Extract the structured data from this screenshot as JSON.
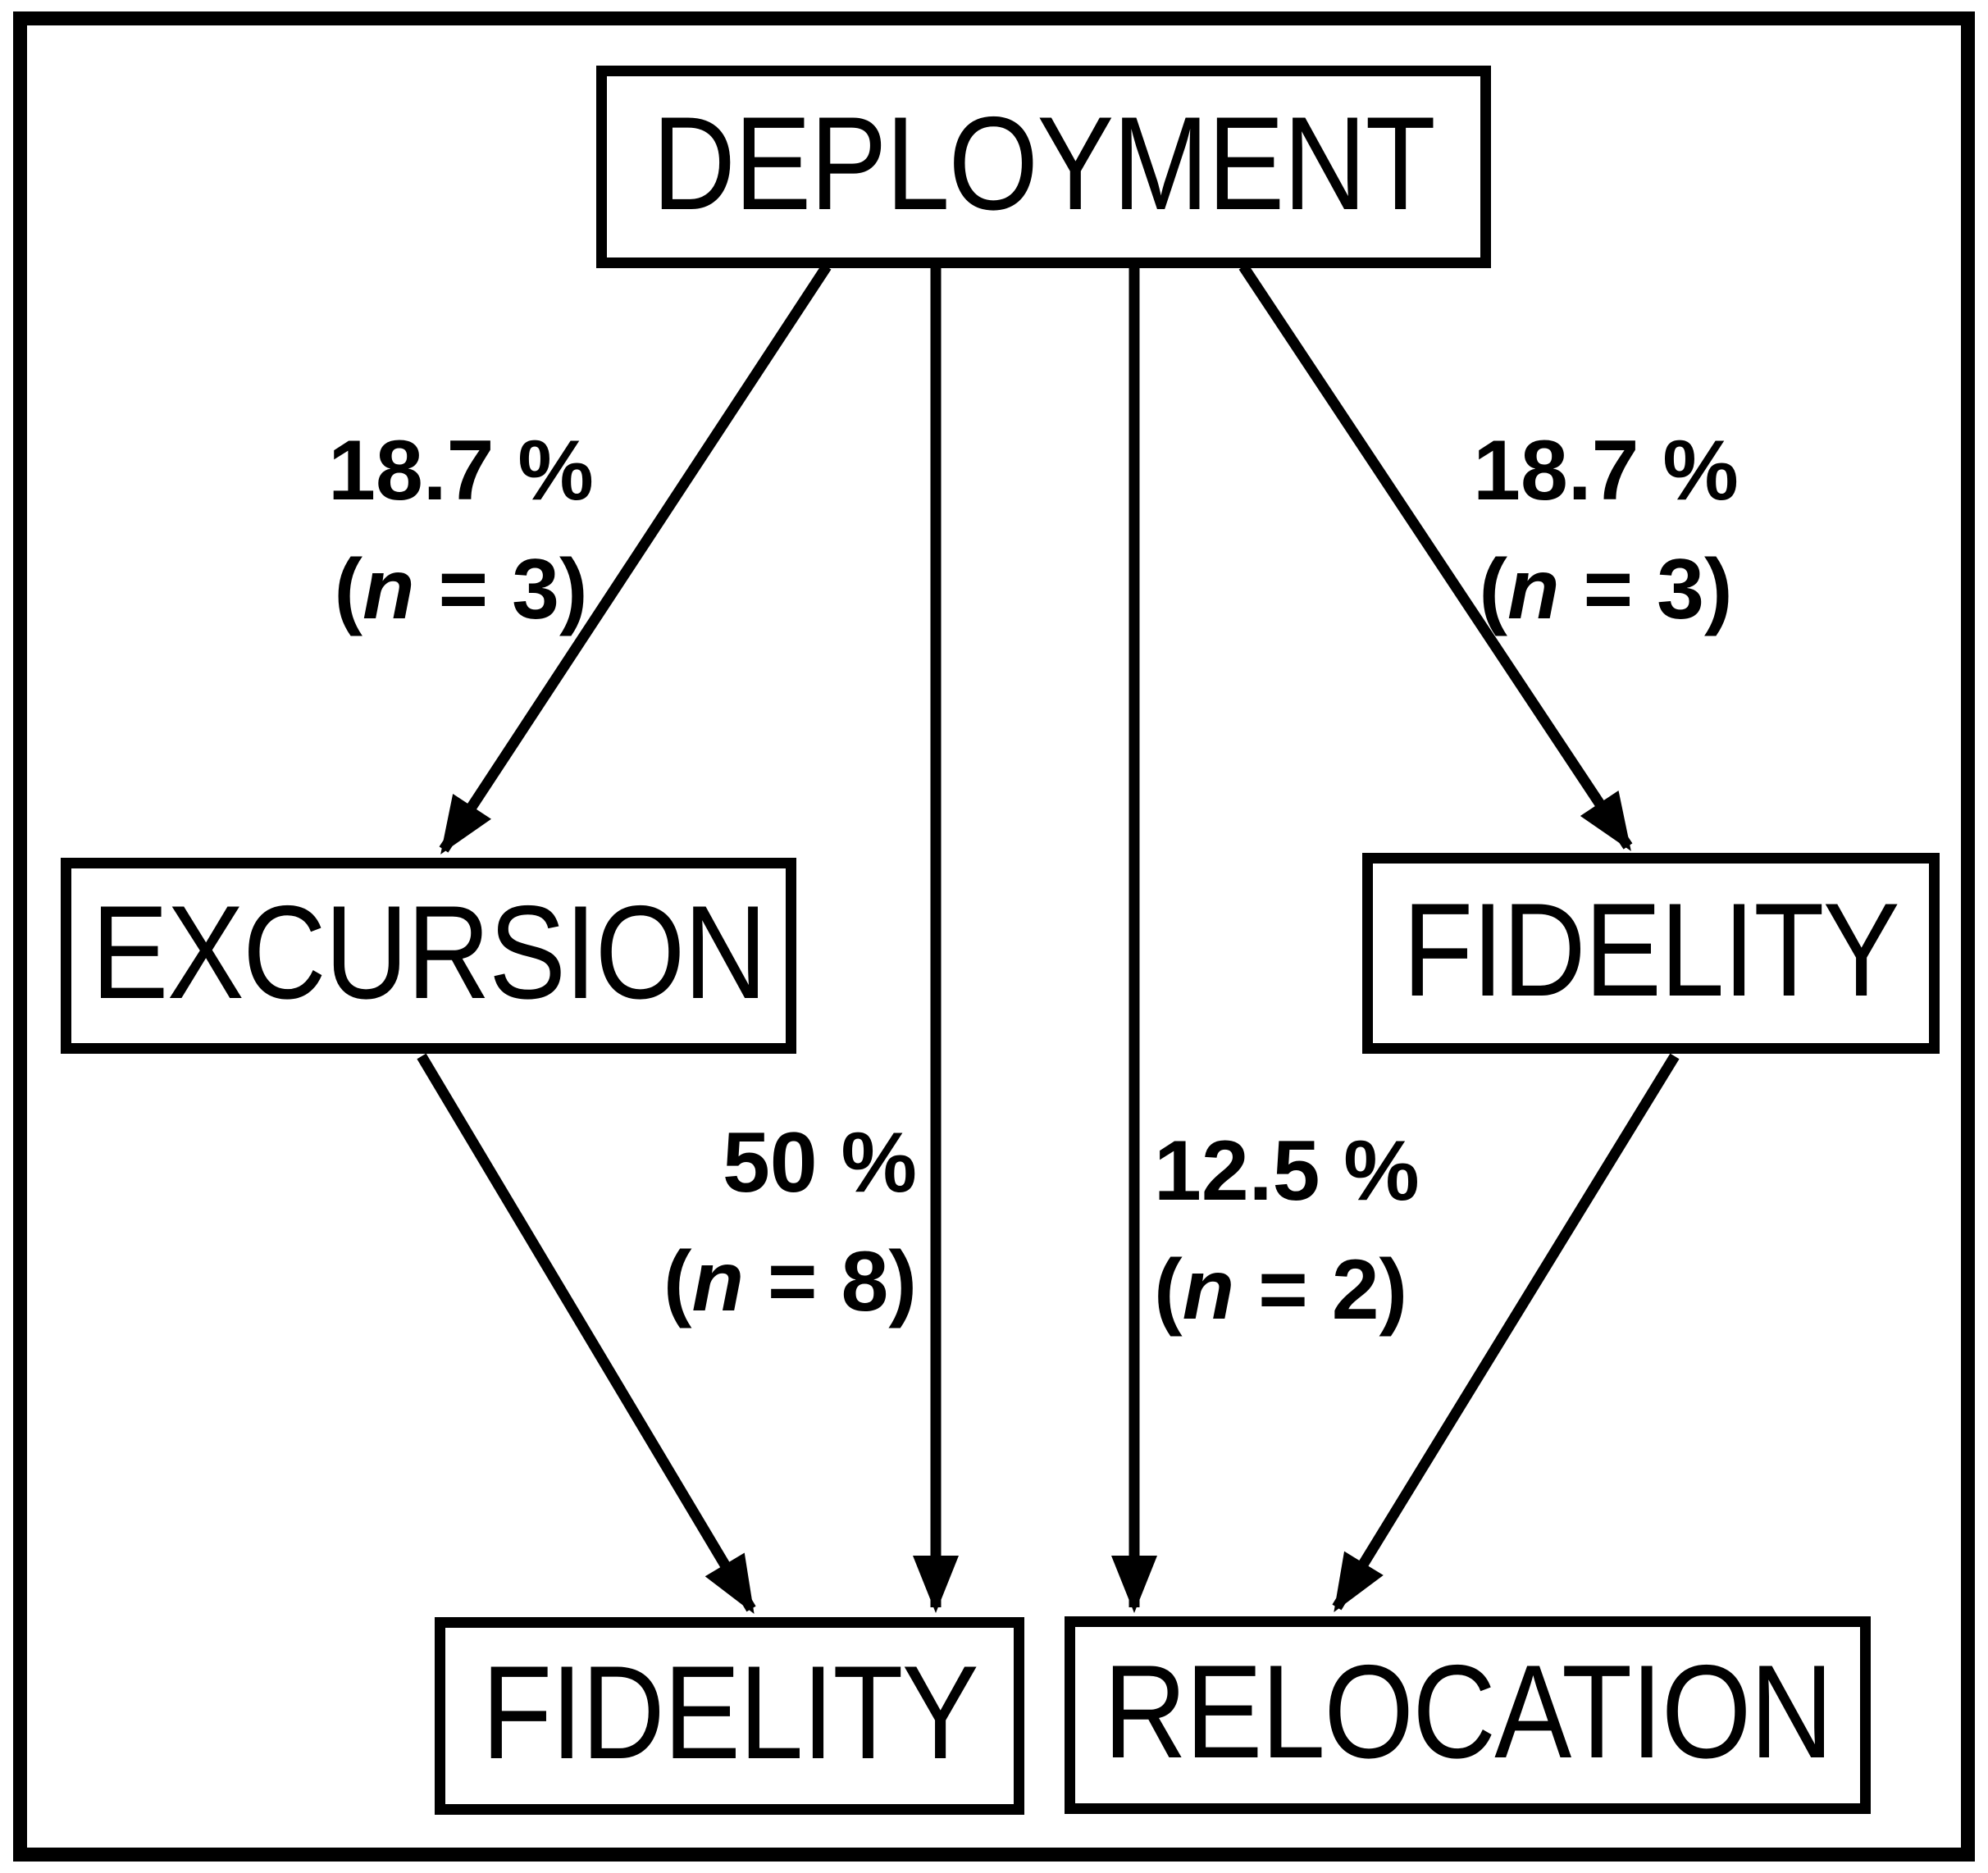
{
  "colors": {
    "ink": "#000000",
    "background": "#ffffff"
  },
  "nodes": {
    "deployment": {
      "label": "DEPLOYMENT"
    },
    "excursion": {
      "label": "EXCURSION"
    },
    "fidelity_mid": {
      "label": "FIDELITY"
    },
    "fidelity_bottom": {
      "label": "FIDELITY"
    },
    "relocation": {
      "label": "RELOCATION"
    }
  },
  "edge_labels": {
    "deployment_excursion": {
      "pct": "18.7 %",
      "paren_open": "(",
      "n_var": "n",
      "eq": " = ",
      "n_value": "3",
      "paren_close": ")"
    },
    "deployment_fidelity": {
      "pct": "18.7 %",
      "paren_open": "(",
      "n_var": "n",
      "eq": " = ",
      "n_value": "3",
      "paren_close": ")"
    },
    "deployment_fidelity_bottom": {
      "pct": "50 %",
      "paren_open": "(",
      "n_var": "n",
      "eq": " = ",
      "n_value": "8",
      "paren_close": ")"
    },
    "deployment_relocation": {
      "pct": "12.5 %",
      "paren_open": "(",
      "n_var": "n",
      "eq": " = ",
      "n_value": "2",
      "paren_close": ")"
    }
  }
}
